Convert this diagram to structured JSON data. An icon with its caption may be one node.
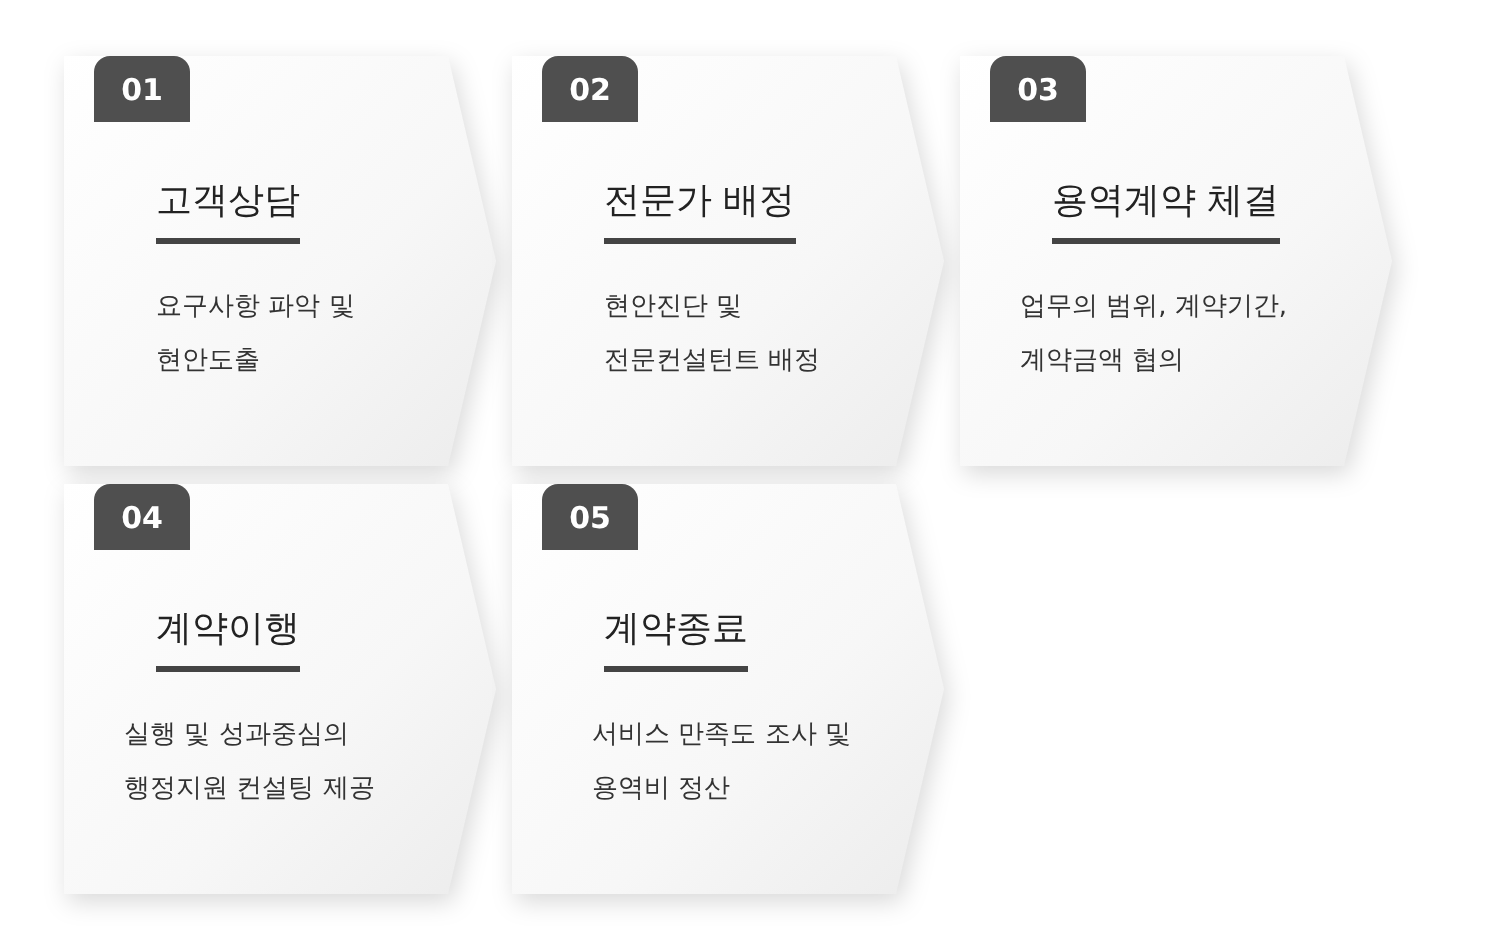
{
  "diagram": {
    "nodes": [
      {
        "text": [
          "01",
          "고객상담",
          "요구사항 파악 및 현안도출"
        ]
      },
      {
        "text": [
          "02",
          "전문가 배정",
          "현안진단 및 전문컨설턴트 배정"
        ]
      },
      {
        "text": [
          "03",
          "용역계약 체결",
          "업무의 범위, 계약기간, 계약금액 협의"
        ]
      },
      {
        "text": [
          "04",
          "계약이행",
          "실행 및 성과중심의 행정지원 컨설팅 제공"
        ]
      },
      {
        "text": [
          "05",
          "계약종료",
          "서비스 만족도 조사 및 용역비 정산"
        ]
      }
    ]
  }
}
